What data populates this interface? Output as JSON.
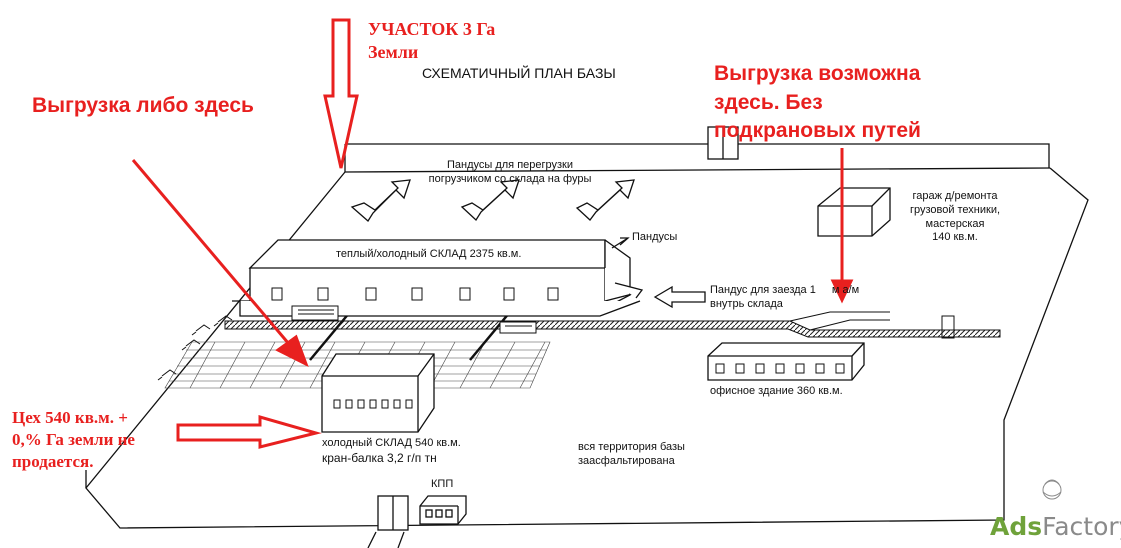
{
  "title": "СХЕМАТИЧНЫЙ ПЛАН БАЗЫ",
  "labels": {
    "ramps_reload": [
      "Пандусы для перегрузки",
      "погрузчиком со склада на фуры"
    ],
    "ramps": "Пандусы",
    "warm_warehouse": "теплый/холодный СКЛАД 2375 кв.м.",
    "entry_ramp": [
      "Пандус для заезда 1",
      "м а/м",
      "внутрь склада"
    ],
    "garage": [
      "гараж д/ремонта",
      "грузовой техники,",
      "мастерская",
      "140 кв.м."
    ],
    "office": "офисное здание 360 кв.м.",
    "cold_warehouse": [
      "холодный СКЛАД 540 кв.м.",
      "кран-балка 3,2 г/п тн"
    ],
    "asphalt": [
      "вся территория базы",
      "заасфальтирована"
    ],
    "checkpoint": "КПП"
  },
  "annotations": {
    "plot": [
      "УЧАСТОК 3 Га",
      "Земли"
    ],
    "unload_here": "Выгрузка либо здесь",
    "unload_possible": [
      "Выгрузка возможна",
      "здесь. Без",
      "подкрановых путей"
    ],
    "workshop": [
      "Цех 540 кв.м. +",
      "0,% Га земли не",
      "продается."
    ]
  },
  "watermark": {
    "prefix": "Ads",
    "suffix": "Factory"
  },
  "colors": {
    "annotation": "#e8201f",
    "line": "#111111",
    "watermark_green": "#6fa23a",
    "watermark_gray": "#8a8a8a"
  }
}
